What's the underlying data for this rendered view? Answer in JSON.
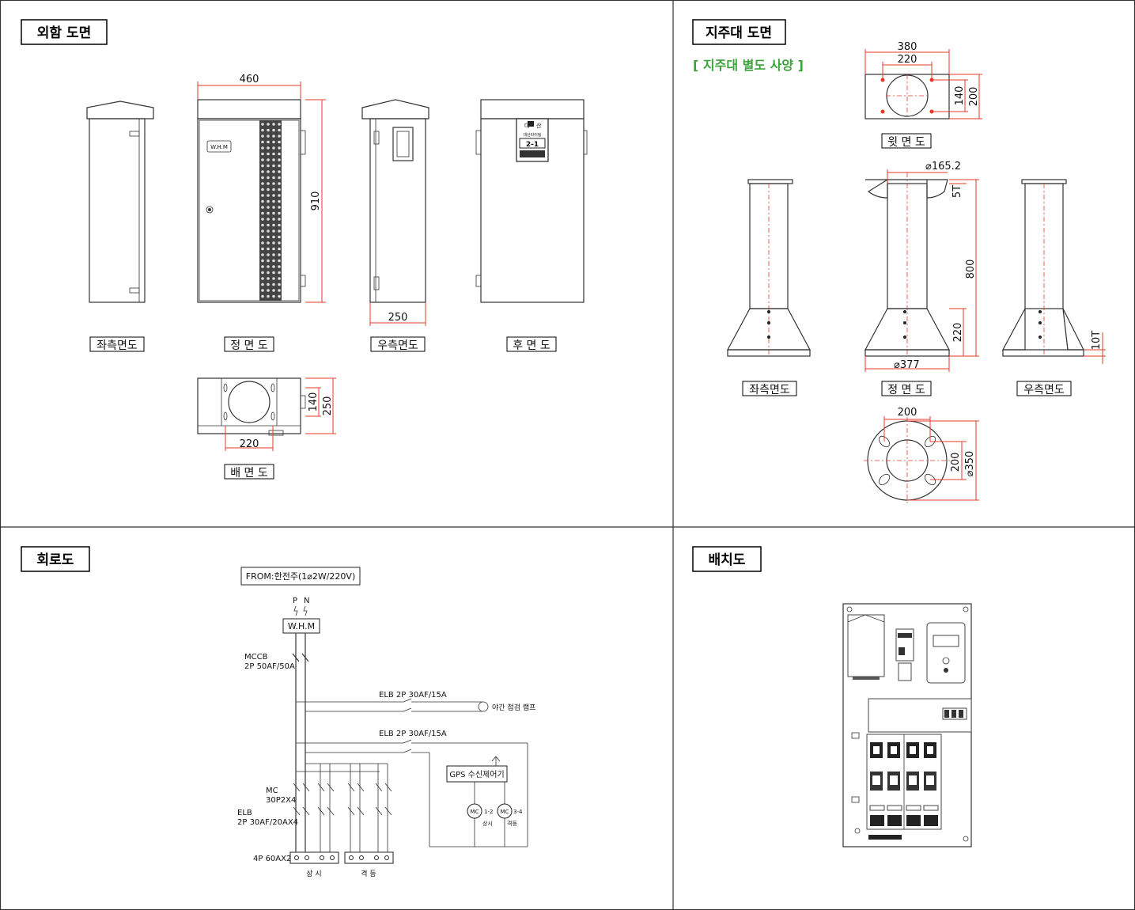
{
  "sections": {
    "exterior": "외함 도면",
    "pole": "지주대 도면",
    "circuit": "회로도",
    "layout": "배치도"
  },
  "exterior": {
    "views": {
      "left": "좌측면도",
      "front": "정 면 도",
      "right": "우측면도",
      "rear": "후 면 도",
      "bottom": "배 면 도"
    },
    "dims": {
      "width": "460",
      "height": "910",
      "depth": "250",
      "bottom_w": "220",
      "bottom_h1": "140",
      "bottom_h2": "250"
    },
    "whm_badge": "W.H.M",
    "plate": {
      "top_left": "대",
      "top_right": "산",
      "name": "대산라이팅",
      "number": "2-1"
    }
  },
  "pole": {
    "note": "[ 지주대 별도 사양 ]",
    "views": {
      "top": "윗 면 도",
      "left": "좌측면도",
      "front": "정 면 도",
      "right": "우측면도"
    },
    "dims": {
      "top_w1": "380",
      "top_w2": "220",
      "top_h1": "140",
      "top_h2": "200",
      "pipe_dia": "⌀165.2",
      "plate_t": "5T",
      "height": "800",
      "base_h": "220",
      "base_dia": "⌀377",
      "rib_t": "10T",
      "flange_w": "200",
      "flange_h": "200",
      "flange_dia": "⌀350"
    }
  },
  "circuit": {
    "from": "FROM:한전주(1⌀2W/220V)",
    "p": "P",
    "n": "N",
    "whm": "W.H.M",
    "mccb": "MCCB",
    "mccb_spec": "2P 50AF/50A",
    "elb1": "ELB 2P 30AF/15A",
    "lamp": "야간 점검 램프",
    "elb2": "ELB 2P 30AF/15A",
    "gps": "GPS 수신제어기",
    "mc1": "MC",
    "mc1_no": "1-2",
    "mc1_label": "상시",
    "mc2": "MC",
    "mc2_no": "3-4",
    "mc2_label": "격등",
    "mc": "MC",
    "mc_spec": "30P2X4",
    "elb": "ELB",
    "elb_spec": "2P 30AF/20AX4",
    "terminal": "4P 60AX2",
    "out1": "상 시",
    "out2": "격 등"
  },
  "colors": {
    "dimension": "#e53a2a",
    "note": "#3aa33a",
    "line": "#333333"
  }
}
